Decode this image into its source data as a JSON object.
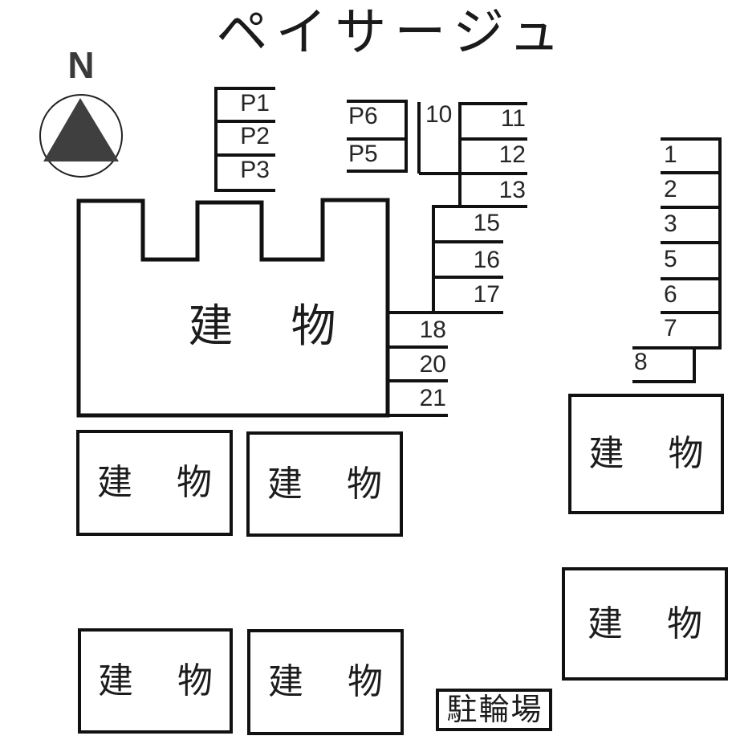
{
  "title": "ペイサージュ",
  "compass": {
    "label": "N"
  },
  "parking": {
    "p_stack_left": [
      "P1",
      "P2",
      "P3"
    ],
    "p_stack_mid": [
      "P6",
      "P5"
    ],
    "lane_space": "10",
    "column_11_13": [
      "11",
      "12",
      "13"
    ],
    "column_15_17": [
      "15",
      "16",
      "17"
    ],
    "column_18_21": [
      "18",
      "20",
      "21"
    ],
    "right_column": [
      "1",
      "2",
      "3",
      "5",
      "6",
      "7"
    ],
    "offset_space": "8"
  },
  "buildings": {
    "main_label": "建物",
    "mid_left_label": "建物",
    "mid_center_label": "建物",
    "upper_right_label": "建物",
    "lower_right_label": "建物",
    "bottom_left_label": "建物",
    "bottom_center_label": "建物"
  },
  "bicycle_parking_label": "駐輪場",
  "colors": {
    "line": "#111111",
    "compass_fill": "#3f3f3f",
    "background": "#ffffff"
  }
}
